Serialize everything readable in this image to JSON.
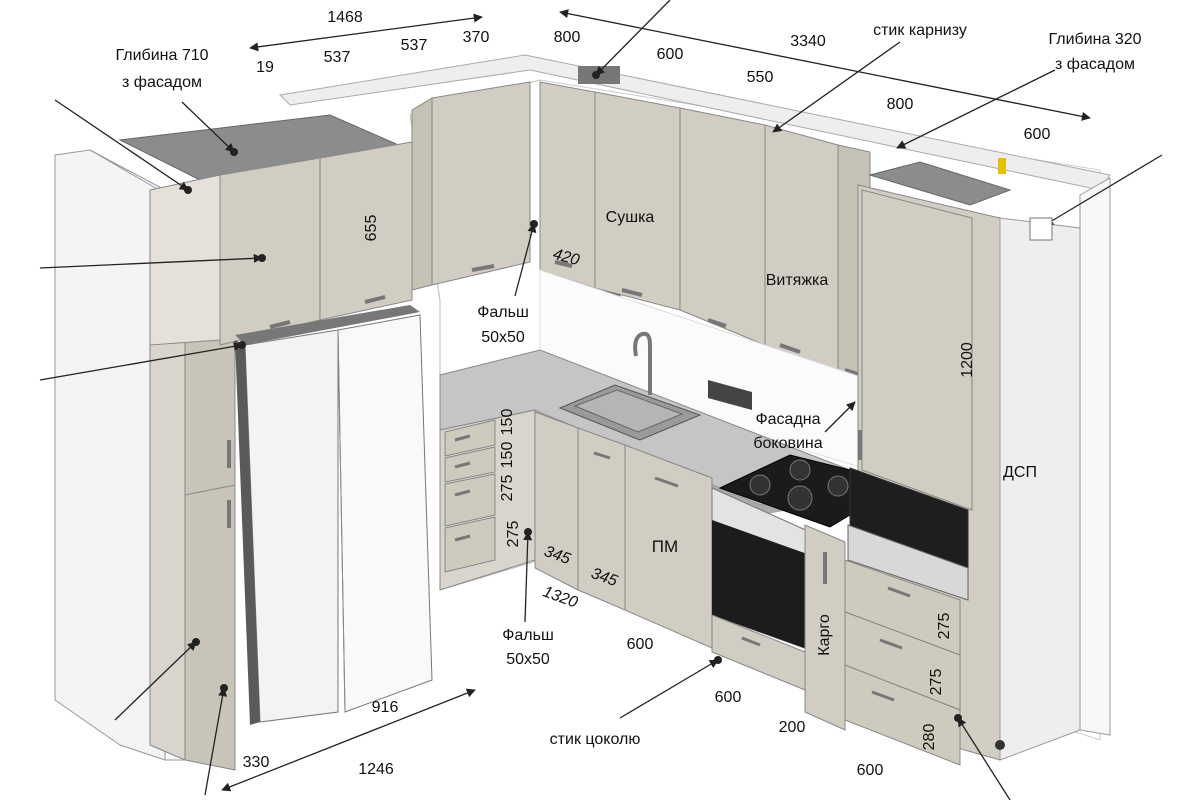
{
  "dimensions": {
    "top_total_left": "1468",
    "top_19": "19",
    "top_537_a": "537",
    "top_537_b": "537",
    "top_370": "370",
    "top_800_left": "800",
    "top_600": "600",
    "top_3340": "3340",
    "top_550": "550",
    "top_800_right": "800",
    "top_600_right": "600",
    "h655": "655",
    "d420": "420",
    "h1200": "1200",
    "d150_a": "150",
    "d150_b": "150",
    "d275_a": "275",
    "d275_b": "275",
    "d345_a": "345",
    "d345_b": "345",
    "d1320": "1320",
    "b600_a": "600",
    "b600_b": "600",
    "b200": "200",
    "b600_c": "600",
    "d275_r1": "275",
    "d275_r2": "275",
    "d280": "280",
    "w916": "916",
    "w330": "330",
    "w1246": "1246"
  },
  "labels": {
    "depth_left": "Глибина 710",
    "depth_left_sub": "з фасадом",
    "depth_right": "Глибина 320",
    "depth_right_sub": "з фасадом",
    "cornice_joint": "стик карнизу",
    "dryer": "Сушка",
    "hood": "Витяжка",
    "false_panel_top": "Фальш",
    "false_panel_top_size": "50x50",
    "false_panel_bottom": "Фальш",
    "false_panel_bottom_size": "50x50",
    "facade_side": "Фасадна",
    "facade_side_sub": "боковина",
    "dishwasher": "ПМ",
    "cargo": "Карго",
    "chipboard": "ДСП",
    "plinth_joint": "стик цоколю"
  }
}
